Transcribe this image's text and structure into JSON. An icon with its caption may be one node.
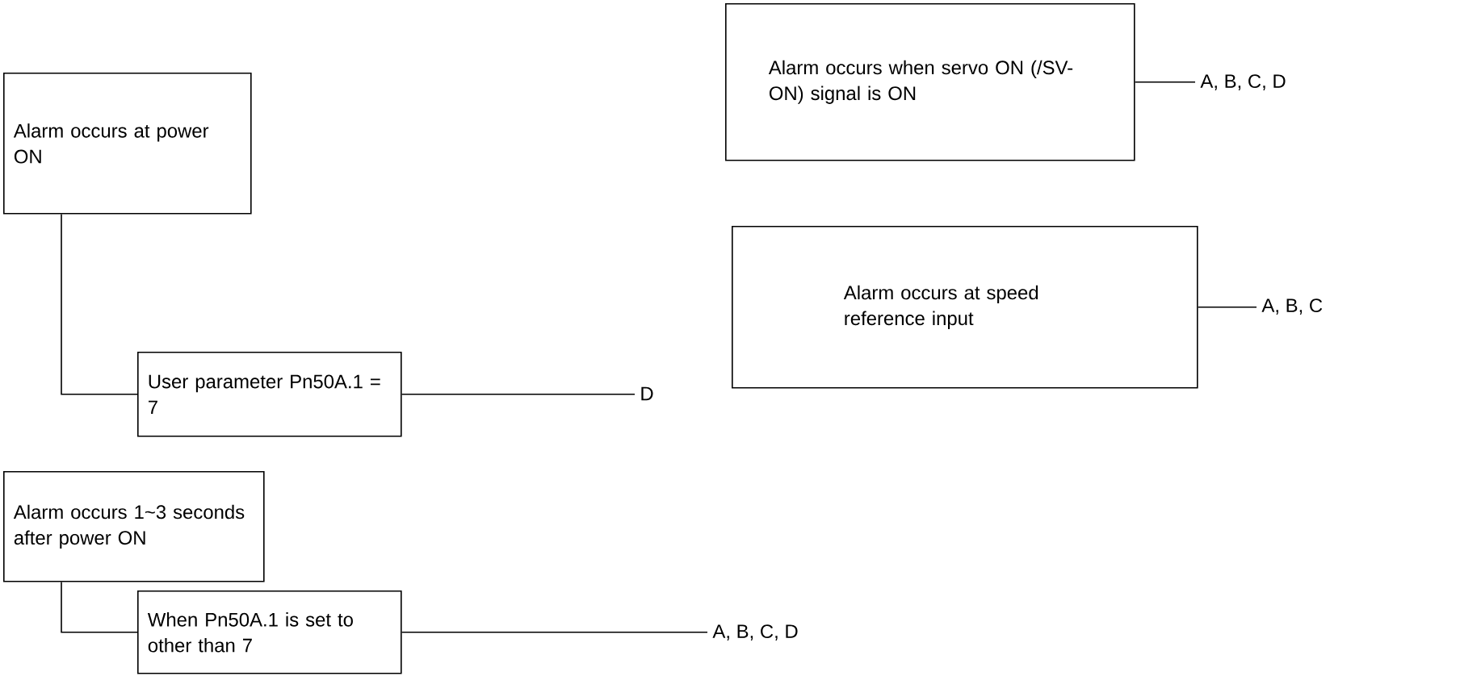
{
  "diagram": {
    "nodes": [
      {
        "text": [
          "Alarm occurs at power ON"
        ]
      },
      {
        "text": [
          "User parameter Pn50A.1 = 7"
        ]
      },
      {
        "text": [
          "D"
        ]
      },
      {
        "text": [
          "Alarm occurs 1~3 seconds after power ON"
        ]
      },
      {
        "text": [
          "When Pn50A.1 is set to other than 7"
        ]
      },
      {
        "text": [
          "A, B, C, D"
        ]
      },
      {
        "text": [
          "Alarm occurs when servo ON (/SV-ON) signal is ON"
        ]
      },
      {
        "text": [
          "A, B, C, D"
        ]
      },
      {
        "text": [
          "Alarm occurs at speed reference input"
        ]
      },
      {
        "text": [
          "A, B, C"
        ]
      }
    ],
    "edges": [
      {
        "from": 0,
        "to": 1,
        "arrow": "none"
      },
      {
        "from": 1,
        "to": 2,
        "arrow": "none"
      },
      {
        "from": 3,
        "to": 4,
        "arrow": "none"
      },
      {
        "from": 4,
        "to": 5,
        "arrow": "none"
      },
      {
        "from": 6,
        "to": 7,
        "arrow": "none"
      },
      {
        "from": 8,
        "to": 9,
        "arrow": "none"
      }
    ]
  }
}
